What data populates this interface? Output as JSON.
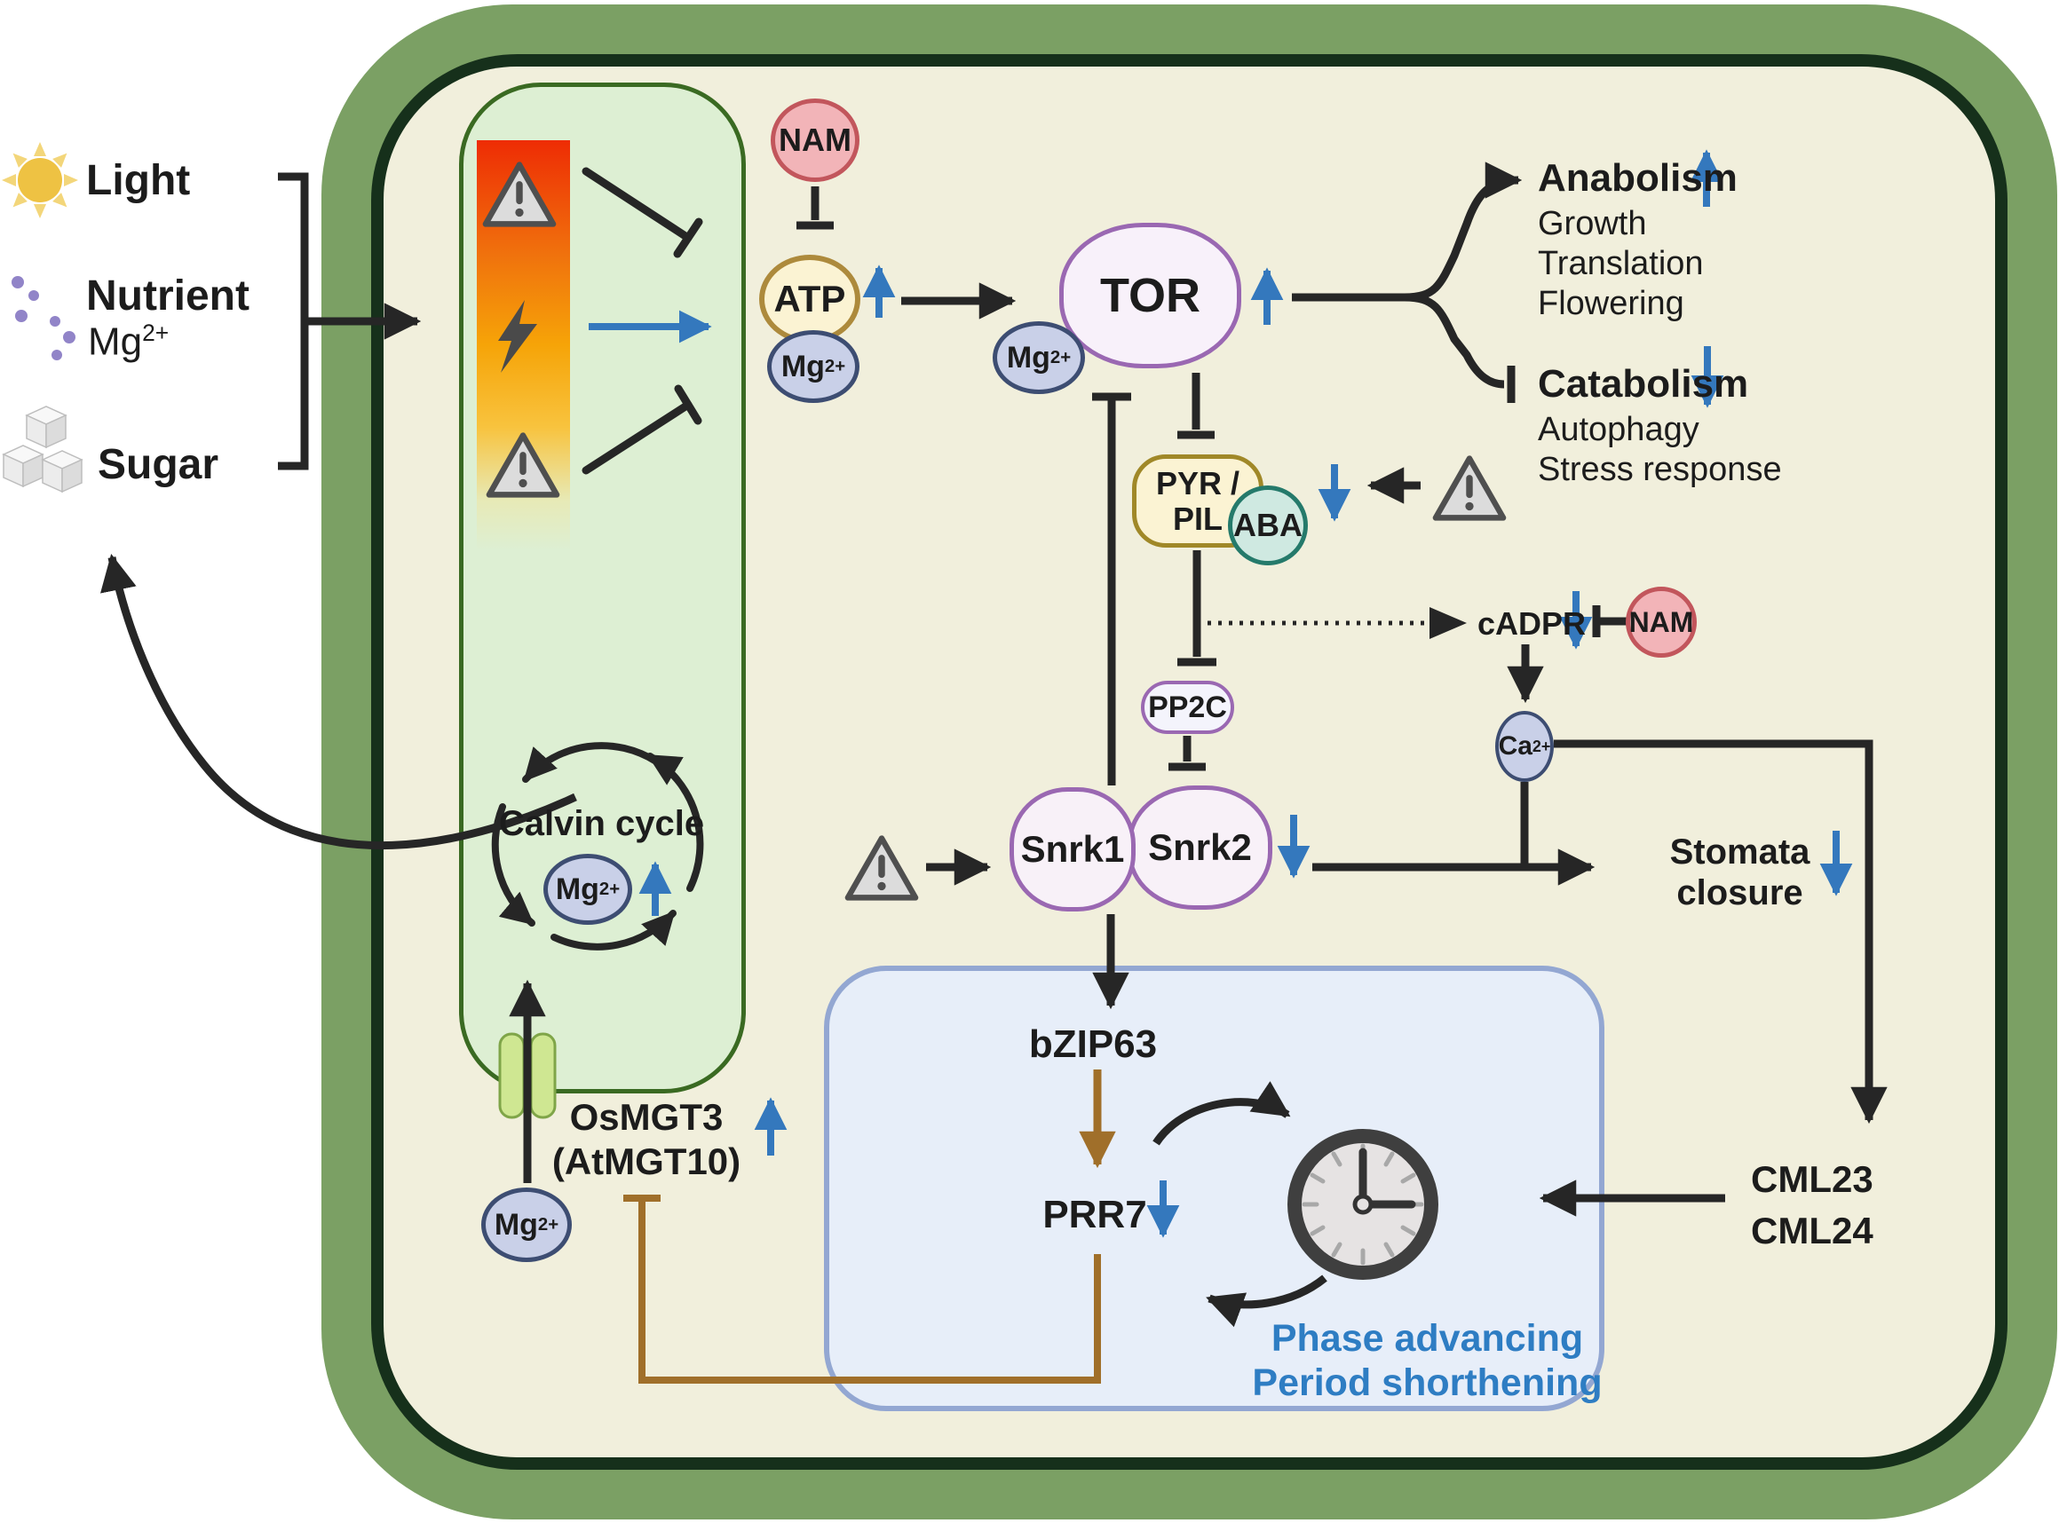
{
  "inputs": {
    "light": "Light",
    "nutrient": "Nutrient",
    "nutrient_ion": {
      "base": "Mg",
      "sup": "2+"
    },
    "sugar": "Sugar"
  },
  "chloroplast": {
    "calvin_cycle": "Calvin cycle",
    "calvin_mg": {
      "base": "Mg",
      "sup": "2+"
    },
    "transporter": {
      "line1": "OsMGT3",
      "line2": "(AtMGT10)"
    },
    "cytosol_mg": {
      "base": "Mg",
      "sup": "2+"
    }
  },
  "pathway": {
    "nam_top": "NAM",
    "atp": "ATP",
    "atp_mg": {
      "base": "Mg",
      "sup": "2+"
    },
    "tor": "TOR",
    "tor_mg": {
      "base": "Mg",
      "sup": "2+"
    },
    "pyr_pil": {
      "line1": "PYR /",
      "line2": "PIL"
    },
    "aba": "ABA",
    "pp2c": "PP2C",
    "snrk1": "Snrk1",
    "snrk2": "Snrk2",
    "cadpr": "cADPR",
    "nam_right": "NAM",
    "ca_ion": {
      "base": "Ca",
      "sup": "2+"
    }
  },
  "outputs": {
    "anabolism": {
      "title": "Anabolism",
      "items": [
        "Growth",
        "Translation",
        "Flowering"
      ]
    },
    "catabolism": {
      "title": "Catabolism",
      "items": [
        "Autophagy",
        "Stress response"
      ]
    },
    "stomata": {
      "line1": "Stomata",
      "line2": "closure"
    },
    "cml": {
      "line1": "CML23",
      "line2": "CML24"
    }
  },
  "clock_module": {
    "bzip63": "bZIP63",
    "prr7": "PRR7",
    "caption": {
      "line1": "Phase advancing",
      "line2": "Period shorthening"
    }
  },
  "colors": {
    "increase_decrease_arrow_blue": "#3478bd",
    "feedback_brown": "#a06f2a",
    "clock_caption_blue": "#2e7dc3",
    "membrane_green": "#7ba064",
    "membrane_outline_dark_green": "#16301b",
    "cytosol_cream": "#f1efdc",
    "chloroplast_green": "#ddefd3",
    "clock_box_blue": "#e7eef9",
    "nam_pink": "#f2b4b8",
    "atp_yellow": "#fbf3d3",
    "aba_teal": "#cfe9e1",
    "ion_blue": "#c9d0e8",
    "kinase_purple_border": "#9a68b2"
  }
}
